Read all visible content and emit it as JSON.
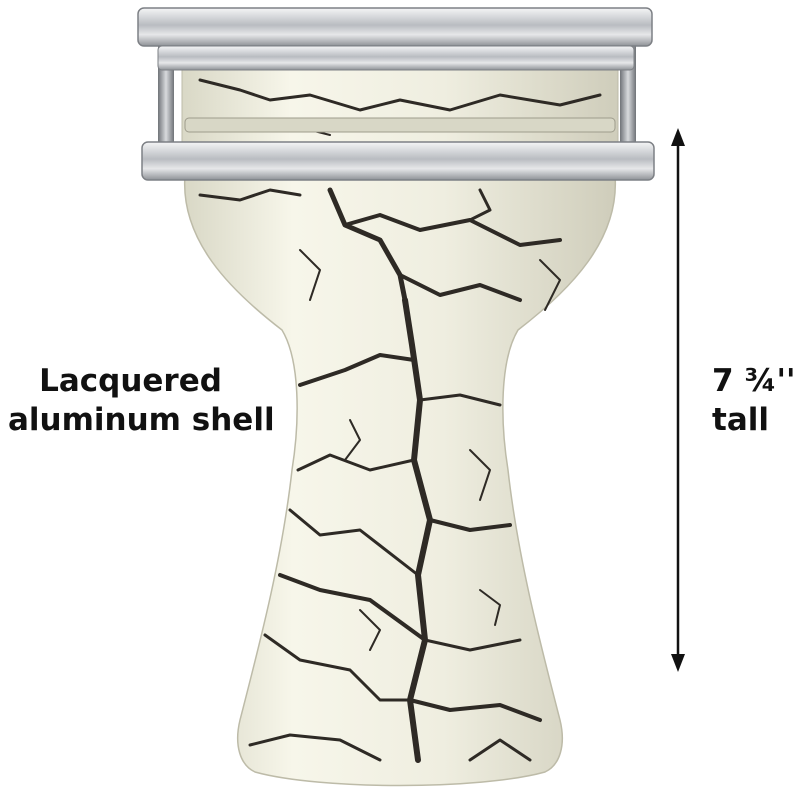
{
  "product": {
    "shell_label_line1": "Lacquered",
    "shell_label_line2": "aluminum shell",
    "height_label_line1": "7 ¾''",
    "height_label_line2": "tall"
  },
  "colors": {
    "background": "#ffffff",
    "shell": "#ecebdc",
    "cracks": "#2e2a25",
    "chrome": "#c9ccd0",
    "text": "#111111",
    "arrow": "#111111"
  }
}
